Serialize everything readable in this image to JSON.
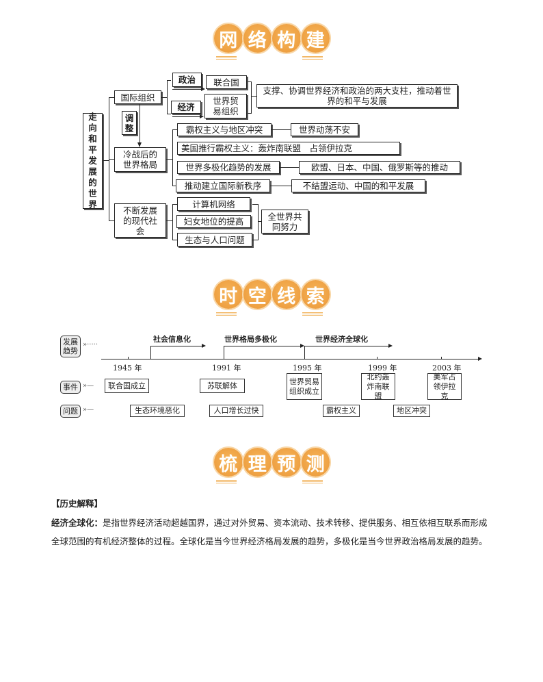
{
  "banners": {
    "network": [
      "网",
      "络",
      "构",
      "建"
    ],
    "timeline": [
      "时",
      "空",
      "线",
      "索"
    ],
    "review": [
      "梳",
      "理",
      "预",
      "测"
    ]
  },
  "mindmap": {
    "root": "走向和平发展的世界",
    "intl_org": "国际组织",
    "adjust": "调整",
    "postwar": "冷战后的世界格局",
    "modern": "不断发展的现代社会",
    "politics": "政治",
    "economy": "经济",
    "un": "联合国",
    "wto": "世界贸易组织",
    "pillars": "支撑、协调世界经济和政治的两大支柱，推动着世界的和平与发展",
    "hegemony": "霸权主义与地区冲突",
    "turmoil": "世界动荡不安",
    "us": "美国推行霸权主义：轰炸南联盟　占领伊拉克",
    "multipolar": "世界多极化趋势的发展",
    "multipolar_drivers": "欧盟、日本、中国、俄罗斯等的推动",
    "new_order": "推动建立国际新秩序",
    "new_order_drivers": "不结盟运动、中国的和平发展",
    "computer": "计算机网络",
    "women": "妇女地位的提高",
    "eco": "生态与人口问题",
    "effort": "全世界共同努力"
  },
  "timeline": {
    "labels": {
      "trend": "发展趋势",
      "events": "事件",
      "problems": "问题"
    },
    "trends": [
      "社会信息化",
      "世界格局多极化",
      "世界经济全球化"
    ],
    "years": [
      "1945 年",
      "1991 年",
      "1995 年",
      "1999 年",
      "2003 年"
    ],
    "events": [
      "联合国成立",
      "苏联解体",
      "世界贸易组织成立",
      "北约轰炸南联盟",
      "美军占领伊拉克"
    ],
    "problems": [
      "生态环境恶化",
      "人口增长过快",
      "霸权主义",
      "地区冲突"
    ]
  },
  "explain": {
    "heading": "【历史解释】",
    "term": "经济全球化：",
    "body": "是指世界经济活动超越国界，通过对外贸易、资本流动、技术转移、提供服务、相互依相互联系而形成全球范围的有机经济整体的过程。全球化是当今世界经济格局发展的趋势，多极化是当今世界政治格局发展的趋势。"
  }
}
